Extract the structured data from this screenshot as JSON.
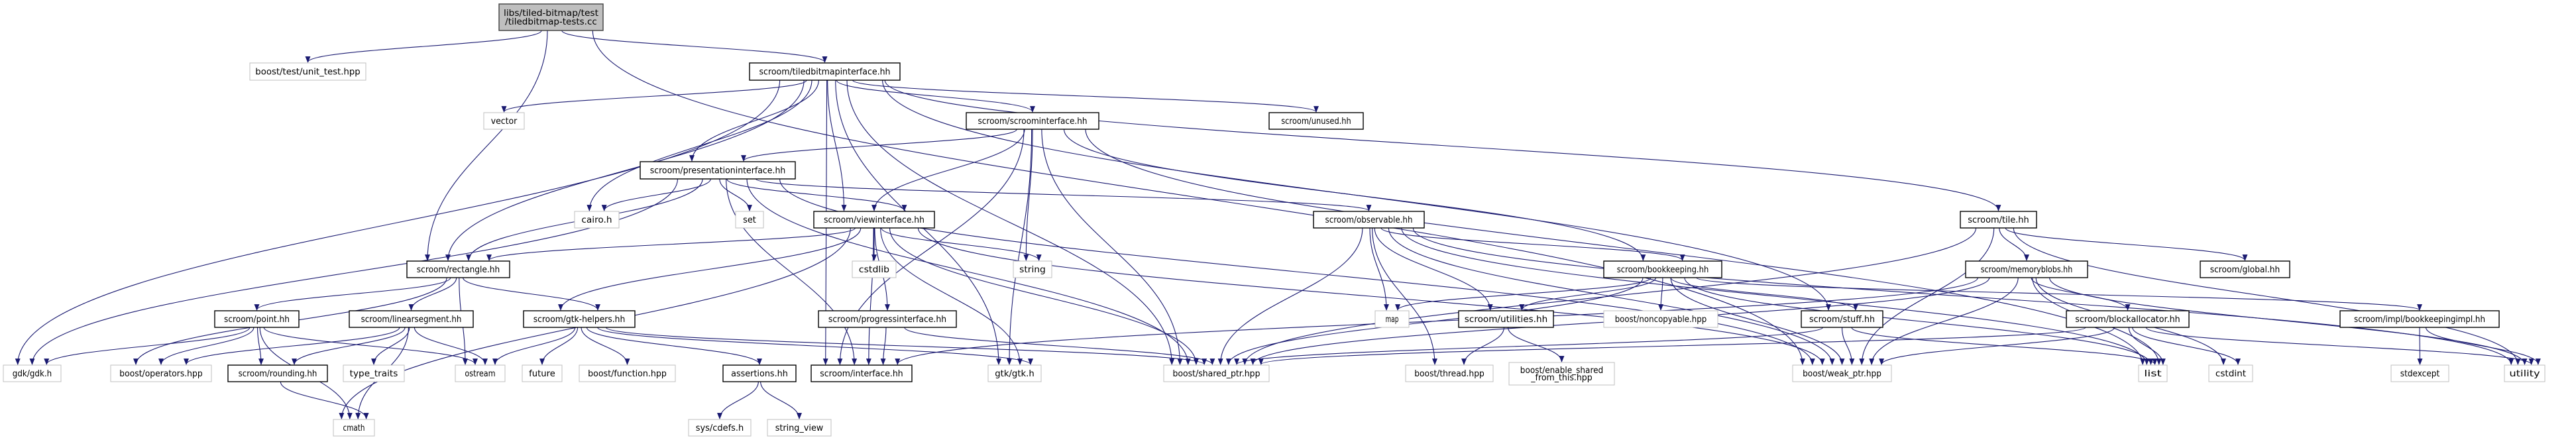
{
  "graph": {
    "edge_color": "#191970",
    "root_fill": "#bfbfbf",
    "documented_border": "#000000",
    "external_border": "#bfbfbf",
    "nodes": {
      "root": {
        "lines": [
          "libs/tiled-bitmap/test",
          "/tiledbitmap-tests.cc"
        ],
        "kind": "root"
      },
      "unit_test": {
        "lines": [
          "boost/test/unit_test.hpp"
        ],
        "kind": "external"
      },
      "tbi": {
        "lines": [
          "scroom/tiledbitmapinterface.hh"
        ],
        "kind": "documented"
      },
      "vector": {
        "lines": [
          "vector"
        ],
        "kind": "external"
      },
      "scroominterface": {
        "lines": [
          "scroom/scroominterface.hh"
        ],
        "kind": "documented"
      },
      "unused": {
        "lines": [
          "scroom/unused.hh"
        ],
        "kind": "documented"
      },
      "presentation": {
        "lines": [
          "scroom/presentationinterface.hh"
        ],
        "kind": "documented"
      },
      "cairo": {
        "lines": [
          "cairo.h"
        ],
        "kind": "external"
      },
      "set": {
        "lines": [
          "set"
        ],
        "kind": "external"
      },
      "viewinterface": {
        "lines": [
          "scroom/viewinterface.hh"
        ],
        "kind": "documented"
      },
      "observable": {
        "lines": [
          "scroom/observable.hh"
        ],
        "kind": "documented"
      },
      "tile": {
        "lines": [
          "scroom/tile.hh"
        ],
        "kind": "documented"
      },
      "rectangle": {
        "lines": [
          "scroom/rectangle.hh"
        ],
        "kind": "documented"
      },
      "cstdlib": {
        "lines": [
          "cstdlib"
        ],
        "kind": "external"
      },
      "string": {
        "lines": [
          "string"
        ],
        "kind": "external"
      },
      "bookkeeping": {
        "lines": [
          "scroom/bookkeeping.hh"
        ],
        "kind": "documented"
      },
      "memoryblobs": {
        "lines": [
          "scroom/memoryblobs.hh"
        ],
        "kind": "documented"
      },
      "global": {
        "lines": [
          "scroom/global.hh"
        ],
        "kind": "documented"
      },
      "point": {
        "lines": [
          "scroom/point.hh"
        ],
        "kind": "documented"
      },
      "linearsegment": {
        "lines": [
          "scroom/linearsegment.hh"
        ],
        "kind": "documented"
      },
      "gtkhelpers": {
        "lines": [
          "scroom/gtk-helpers.hh"
        ],
        "kind": "documented"
      },
      "progressinterface": {
        "lines": [
          "scroom/progressinterface.hh"
        ],
        "kind": "documented"
      },
      "map": {
        "lines": [
          "map"
        ],
        "kind": "external"
      },
      "utilities": {
        "lines": [
          "scroom/utilities.hh"
        ],
        "kind": "documented"
      },
      "noncopyable": {
        "lines": [
          "boost/noncopyable.hpp"
        ],
        "kind": "external"
      },
      "stuff": {
        "lines": [
          "scroom/stuff.hh"
        ],
        "kind": "documented"
      },
      "blockallocator": {
        "lines": [
          "scroom/blockallocator.hh"
        ],
        "kind": "documented"
      },
      "bookkeepingimpl": {
        "lines": [
          "scroom/impl/bookkeepingimpl.hh"
        ],
        "kind": "documented"
      },
      "gdk": {
        "lines": [
          "gdk/gdk.h"
        ],
        "kind": "external"
      },
      "operators": {
        "lines": [
          "boost/operators.hpp"
        ],
        "kind": "external"
      },
      "rounding": {
        "lines": [
          "scroom/rounding.hh"
        ],
        "kind": "documented"
      },
      "type_traits": {
        "lines": [
          "type_traits"
        ],
        "kind": "external"
      },
      "ostream": {
        "lines": [
          "ostream"
        ],
        "kind": "external"
      },
      "future": {
        "lines": [
          "future"
        ],
        "kind": "external"
      },
      "function": {
        "lines": [
          "boost/function.hpp"
        ],
        "kind": "external"
      },
      "assertions": {
        "lines": [
          "assertions.hh"
        ],
        "kind": "documented"
      },
      "interface": {
        "lines": [
          "scroom/interface.hh"
        ],
        "kind": "documented"
      },
      "gtk": {
        "lines": [
          "gtk/gtk.h"
        ],
        "kind": "external"
      },
      "shared_ptr": {
        "lines": [
          "boost/shared_ptr.hpp"
        ],
        "kind": "external"
      },
      "thread": {
        "lines": [
          "boost/thread.hpp"
        ],
        "kind": "external"
      },
      "enable_shared": {
        "lines": [
          "boost/enable_shared",
          "_from_this.hpp"
        ],
        "kind": "external"
      },
      "weak_ptr": {
        "lines": [
          "boost/weak_ptr.hpp"
        ],
        "kind": "external"
      },
      "list": {
        "lines": [
          "list"
        ],
        "kind": "external"
      },
      "cstdint": {
        "lines": [
          "cstdint"
        ],
        "kind": "external"
      },
      "stdexcept": {
        "lines": [
          "stdexcept"
        ],
        "kind": "external"
      },
      "utility": {
        "lines": [
          "utility"
        ],
        "kind": "external"
      },
      "cmath": {
        "lines": [
          "cmath"
        ],
        "kind": "external"
      },
      "cdefs": {
        "lines": [
          "sys/cdefs.h"
        ],
        "kind": "external"
      },
      "string_view": {
        "lines": [
          "string_view"
        ],
        "kind": "external"
      }
    },
    "edges": [
      [
        "root",
        "unit_test"
      ],
      [
        "root",
        "tbi"
      ],
      [
        "root",
        "rectangle"
      ],
      [
        "root",
        "weak_ptr"
      ],
      [
        "tbi",
        "gdk"
      ],
      [
        "tbi",
        "vector"
      ],
      [
        "tbi",
        "rectangle"
      ],
      [
        "tbi",
        "cairo"
      ],
      [
        "tbi",
        "presentation"
      ],
      [
        "tbi",
        "viewinterface"
      ],
      [
        "tbi",
        "scroominterface"
      ],
      [
        "tbi",
        "unused"
      ],
      [
        "tbi",
        "interface"
      ],
      [
        "tbi",
        "gtk"
      ],
      [
        "tbi",
        "shared_ptr"
      ],
      [
        "tbi",
        "tile"
      ],
      [
        "tbi",
        "stuff"
      ],
      [
        "scroominterface",
        "presentation"
      ],
      [
        "scroominterface",
        "viewinterface"
      ],
      [
        "scroominterface",
        "interface"
      ],
      [
        "scroominterface",
        "string"
      ],
      [
        "scroominterface",
        "gtk"
      ],
      [
        "scroominterface",
        "shared_ptr"
      ],
      [
        "scroominterface",
        "bookkeeping"
      ],
      [
        "scroominterface",
        "list"
      ],
      [
        "presentation",
        "rectangle"
      ],
      [
        "presentation",
        "gdk"
      ],
      [
        "presentation",
        "cairo"
      ],
      [
        "presentation",
        "set"
      ],
      [
        "presentation",
        "viewinterface"
      ],
      [
        "presentation",
        "interface"
      ],
      [
        "presentation",
        "shared_ptr"
      ],
      [
        "presentation",
        "observable"
      ],
      [
        "presentation",
        "weak_ptr"
      ],
      [
        "viewinterface",
        "rectangle"
      ],
      [
        "viewinterface",
        "gtkhelpers"
      ],
      [
        "viewinterface",
        "cmath"
      ],
      [
        "viewinterface",
        "interface"
      ],
      [
        "viewinterface",
        "cstdlib"
      ],
      [
        "viewinterface",
        "progressinterface"
      ],
      [
        "viewinterface",
        "string"
      ],
      [
        "viewinterface",
        "gtk"
      ],
      [
        "viewinterface",
        "shared_ptr"
      ],
      [
        "viewinterface",
        "weak_ptr"
      ],
      [
        "rectangle",
        "point"
      ],
      [
        "rectangle",
        "linearsegment"
      ],
      [
        "rectangle",
        "gtkhelpers"
      ],
      [
        "rectangle",
        "operators"
      ],
      [
        "rectangle",
        "ostream"
      ],
      [
        "point",
        "gdk"
      ],
      [
        "point",
        "operators"
      ],
      [
        "point",
        "rounding"
      ],
      [
        "point",
        "ostream"
      ],
      [
        "point",
        "cmath"
      ],
      [
        "linearsegment",
        "operators"
      ],
      [
        "linearsegment",
        "rounding"
      ],
      [
        "linearsegment",
        "type_traits"
      ],
      [
        "linearsegment",
        "ostream"
      ],
      [
        "linearsegment",
        "cmath"
      ],
      [
        "gtkhelpers",
        "ostream"
      ],
      [
        "gtkhelpers",
        "future"
      ],
      [
        "gtkhelpers",
        "function"
      ],
      [
        "gtkhelpers",
        "assertions"
      ],
      [
        "gtkhelpers",
        "gtk"
      ],
      [
        "gtkhelpers",
        "shared_ptr"
      ],
      [
        "rounding",
        "cmath"
      ],
      [
        "assertions",
        "cdefs"
      ],
      [
        "assertions",
        "string_view"
      ],
      [
        "progressinterface",
        "interface"
      ],
      [
        "progressinterface",
        "shared_ptr"
      ],
      [
        "observable",
        "map"
      ],
      [
        "observable",
        "utilities"
      ],
      [
        "observable",
        "thread"
      ],
      [
        "observable",
        "weak_ptr"
      ],
      [
        "observable",
        "shared_ptr"
      ],
      [
        "observable",
        "bookkeeping"
      ],
      [
        "observable",
        "list"
      ],
      [
        "observable",
        "utility"
      ],
      [
        "bookkeeping",
        "map"
      ],
      [
        "bookkeeping",
        "utilities"
      ],
      [
        "bookkeeping",
        "noncopyable"
      ],
      [
        "bookkeeping",
        "stuff"
      ],
      [
        "bookkeeping",
        "weak_ptr"
      ],
      [
        "bookkeeping",
        "shared_ptr"
      ],
      [
        "bookkeeping",
        "bookkeepingimpl"
      ],
      [
        "bookkeeping",
        "list"
      ],
      [
        "utilities",
        "thread"
      ],
      [
        "utilities",
        "enable_shared"
      ],
      [
        "stuff",
        "weak_ptr"
      ],
      [
        "stuff",
        "list"
      ],
      [
        "stuff",
        "shared_ptr"
      ],
      [
        "tile",
        "global"
      ],
      [
        "tile",
        "memoryblobs"
      ],
      [
        "tile",
        "shared_ptr"
      ],
      [
        "tile",
        "weak_ptr"
      ],
      [
        "tile",
        "utility"
      ],
      [
        "memoryblobs",
        "blockallocator"
      ],
      [
        "memoryblobs",
        "list"
      ],
      [
        "memoryblobs",
        "cstdint"
      ],
      [
        "memoryblobs",
        "utility"
      ],
      [
        "memoryblobs",
        "shared_ptr"
      ],
      [
        "memoryblobs",
        "weak_ptr"
      ],
      [
        "memoryblobs",
        "interface"
      ],
      [
        "blockallocator",
        "list"
      ],
      [
        "blockallocator",
        "cstdint"
      ],
      [
        "blockallocator",
        "utility"
      ],
      [
        "blockallocator",
        "weak_ptr"
      ],
      [
        "blockallocator",
        "shared_ptr"
      ],
      [
        "bookkeepingimpl",
        "stdexcept"
      ],
      [
        "bookkeepingimpl",
        "utility"
      ]
    ]
  }
}
